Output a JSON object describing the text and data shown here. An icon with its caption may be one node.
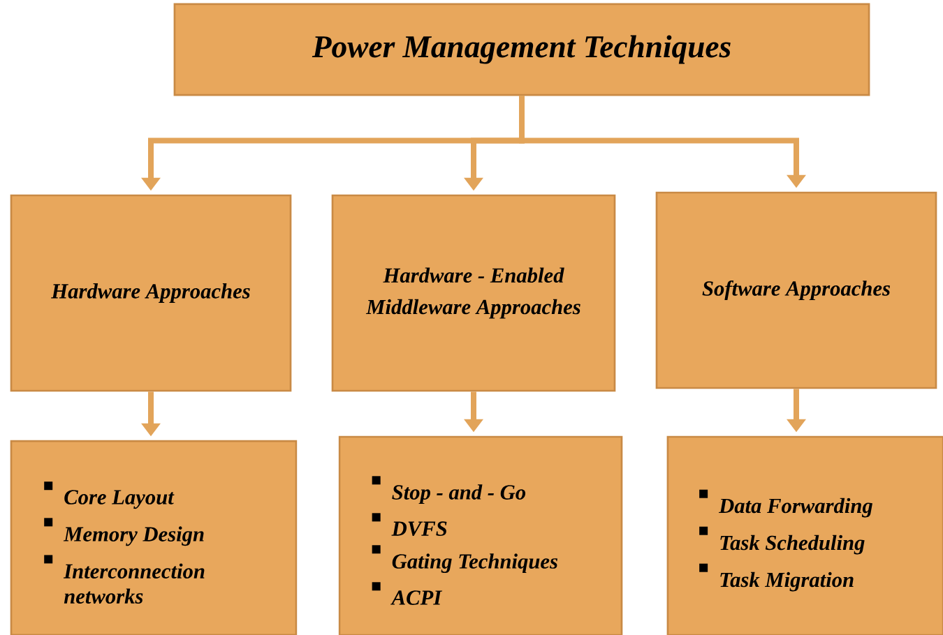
{
  "diagram": {
    "nodes": [
      {
        "text": [
          "Power Management Techniques"
        ]
      },
      {
        "text": [
          "Hardware Approaches"
        ]
      },
      {
        "text": [
          "Hardware - Enabled Middleware Approaches"
        ]
      },
      {
        "text": [
          "Software Approaches"
        ]
      },
      {
        "text": [
          "Core Layout",
          "Memory Design",
          "Interconnection networks"
        ]
      },
      {
        "text": [
          "Stop - and - Go",
          "DVFS",
          "Gating Techniques",
          "ACPI"
        ]
      },
      {
        "text": [
          "Data Forwarding",
          "Task Scheduling",
          "Task Migration"
        ]
      }
    ],
    "edges": [
      {
        "from": 0,
        "to": 1,
        "arrow": "to"
      },
      {
        "from": 0,
        "to": 2,
        "arrow": "to"
      },
      {
        "from": 0,
        "to": 3,
        "arrow": "to"
      },
      {
        "from": 1,
        "to": 4,
        "arrow": "to"
      },
      {
        "from": 2,
        "to": 5,
        "arrow": "to"
      },
      {
        "from": 3,
        "to": 6,
        "arrow": "to"
      }
    ]
  }
}
